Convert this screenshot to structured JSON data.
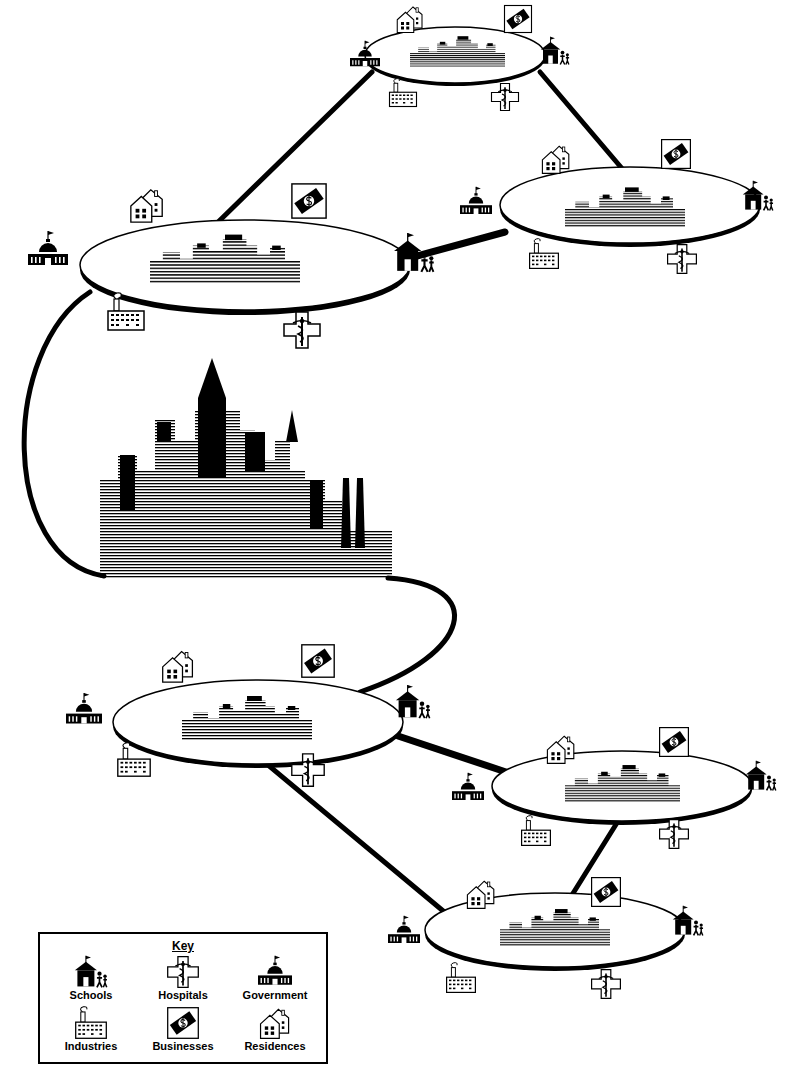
{
  "diagram": {
    "nodes": [
      {
        "text": [
          "Key"
        ]
      }
    ],
    "legend": [
      {
        "text": "Schools"
      },
      {
        "text": "Hospitals"
      },
      {
        "text": "Government"
      },
      {
        "text": "Industries"
      },
      {
        "text": "Businesses"
      },
      {
        "text": "Residences"
      }
    ]
  }
}
